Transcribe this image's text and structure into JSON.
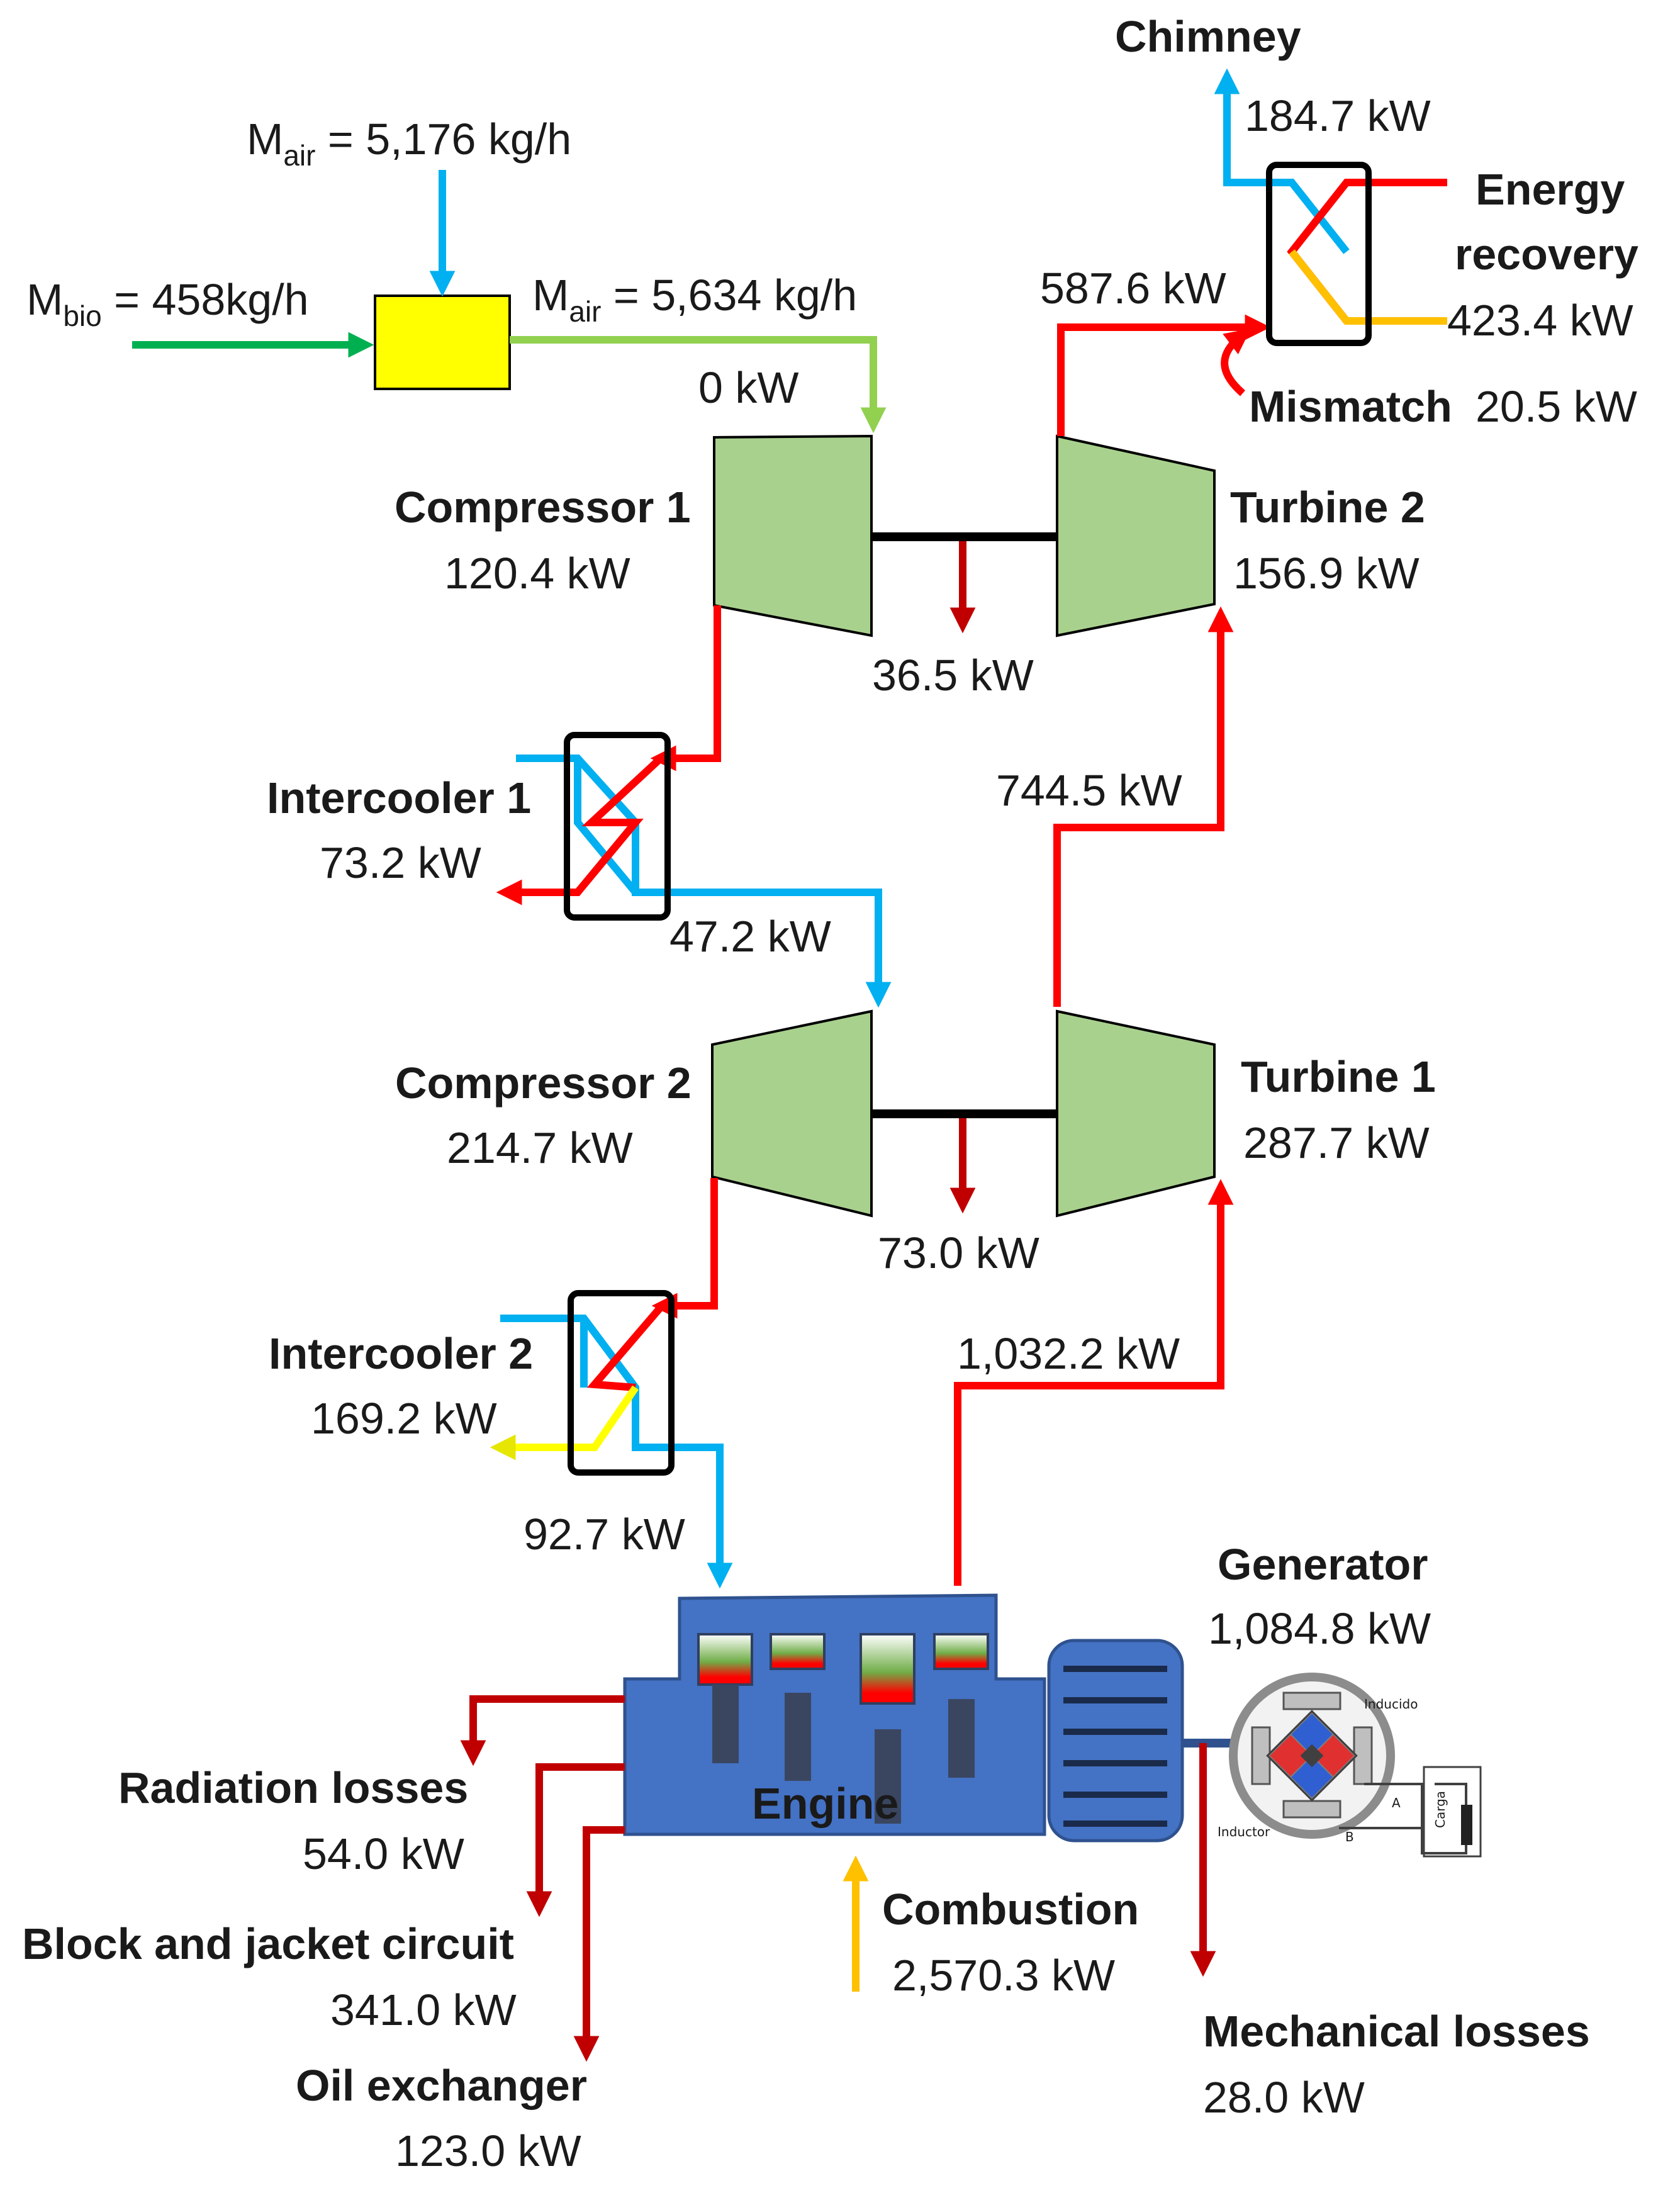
{
  "streams": {
    "m_air_in": {
      "symbol": "M",
      "subscript": "air",
      "value": " = 5,176 kg/h"
    },
    "m_bio": {
      "symbol": "M",
      "subscript": "bio",
      "value": " = 458kg/h"
    },
    "m_air_out": {
      "symbol": "M",
      "subscript": "air",
      "value": " = 5,634 kg/h"
    },
    "mixer_out": "0 kW"
  },
  "compressor1": {
    "label": "Compressor 1",
    "value": "120.4 kW"
  },
  "turbine2": {
    "label": "Turbine 2",
    "value": "156.9 kW"
  },
  "shaft1_loss": "36.5 kW",
  "compressor2": {
    "label": "Compressor 2",
    "value": "214.7 kW"
  },
  "turbine1": {
    "label": "Turbine 1",
    "value": "287.7 kW"
  },
  "shaft2_loss": "73.0 kW",
  "intercooler1": {
    "label": "Intercooler 1",
    "value": "73.2 kW",
    "outlet": "47.2 kW"
  },
  "intercooler2": {
    "label": "Intercooler 2",
    "value": "169.2 kW",
    "outlet": "92.7 kW"
  },
  "exhaust": {
    "to_turbine2": "744.5 kW",
    "to_turbine1": "1,032.2 kW",
    "turbine2_out": "587.6 kW"
  },
  "recovery": {
    "chimney_label": "Chimney",
    "chimney_value": "184.7 kW",
    "energy_label_1": "Energy",
    "energy_label_2": "recovery",
    "energy_value": "423.4 kW",
    "mismatch_label": "Mismatch",
    "mismatch_value": "20.5 kW"
  },
  "engine": {
    "label": "Engine",
    "radiation_label": "Radiation losses",
    "radiation_value": "54.0 kW",
    "block_label": "Block and jacket circuit",
    "block_value": "341.0 kW",
    "oil_label": "Oil exchanger",
    "oil_value": "123.0 kW",
    "combustion_label": "Combustion",
    "combustion_value": "2,570.3 kW"
  },
  "generator": {
    "label": "Generator",
    "value": "1,084.8 kW",
    "inducido": "Inducido",
    "inductor": "Inductor",
    "carga": "Carga",
    "terminal_a": "A",
    "terminal_b": "B",
    "mech_label": "Mechanical losses",
    "mech_value": "28.0 kW"
  },
  "colors": {
    "hot": "#ff0000",
    "loss": "#c00000",
    "cold": "#00b0f0",
    "fuel": "#00b050",
    "mix": "#92d050",
    "recovery": "#ffc000",
    "coolant": "#ffff00",
    "machine": "#a9d18e",
    "engine": "#4472c4",
    "mixer_box": "#ffff00"
  }
}
